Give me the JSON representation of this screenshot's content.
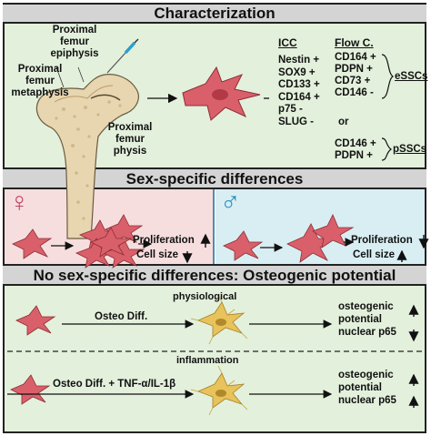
{
  "sections": {
    "characterization": "Characterization",
    "sex_specific": "Sex-specific differences",
    "no_sex_specific": "No sex-specific differences: Osteogenic potential"
  },
  "bone_labels": {
    "epiphysis": [
      "Proximal",
      "femur",
      "epiphysis"
    ],
    "metaphysis": [
      "Proximal",
      "femur",
      "metaphysis"
    ],
    "physis": [
      "Proximal",
      "femur",
      "physis"
    ]
  },
  "markers": {
    "icc_title": "ICC",
    "flow_title": "Flow C.",
    "icc": [
      "Nestin +",
      "SOX9 +",
      "CD133 +",
      "CD164 +",
      "p75 -",
      "SLUG -"
    ],
    "flow_essc": [
      "CD164 +",
      "PDPN +",
      "CD73 +",
      "CD146 -"
    ],
    "or": "or",
    "flow_pssc": [
      "CD146 +",
      "PDPN +"
    ],
    "essc": "eSSCs",
    "pssc": "pSSCs"
  },
  "sex": {
    "female_symbol": "♀",
    "male_symbol": "♂",
    "female": {
      "proliferation": "Proliferation",
      "cell_size": "Cell size"
    },
    "male": {
      "proliferation": "Proliferation",
      "cell_size": "Cell size"
    }
  },
  "osteo": {
    "physiological": "physiological",
    "inflammation": "inflammation",
    "diff_label": "Osteo Diff.",
    "diff_label_inflam": "Osteo Diff. + TNF-α/IL-1β",
    "outcomes": [
      "osteogenic",
      "potential",
      "nuclear p65"
    ]
  },
  "colors": {
    "female_bg": "#f6dede",
    "male_bg": "#d8eef3",
    "panel_green": "#e3f0dc",
    "cell": "#d9606a",
    "osteo_cell": "#e8c25a"
  }
}
